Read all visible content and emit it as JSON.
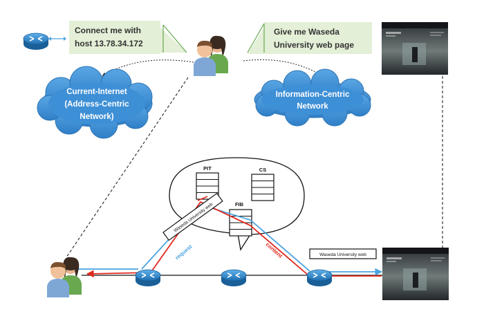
{
  "callouts": {
    "connect": [
      "Connect me with",
      "host 13.78.34.172"
    ],
    "give": [
      "Give me Waseda",
      "University web page"
    ]
  },
  "clouds": {
    "current_internet": [
      "Current-Internet",
      "(Address-Centric",
      "Network)"
    ],
    "icn": [
      "Information-Centric",
      "Network"
    ]
  },
  "router_node": {
    "pit": "PIT",
    "cs": "CS",
    "fib": "FIB"
  },
  "flow_labels": {
    "waseda_tag_left": "Waseda University web",
    "waseda_tag_right": "Waseda University web",
    "request": "request",
    "content": "content"
  },
  "colors": {
    "callout_fill": "#e3efd6",
    "cloud_fill": "#3d8fd6",
    "cloud_stroke": "#2f74b3",
    "router_fill": "#2e82c6",
    "request": "#4aa3df",
    "content": "#e0281e",
    "screen": "#1d1f22"
  },
  "icons": {
    "router": "router-icon",
    "users": "users-icon",
    "webpage": "webpage-screenshot-icon"
  }
}
